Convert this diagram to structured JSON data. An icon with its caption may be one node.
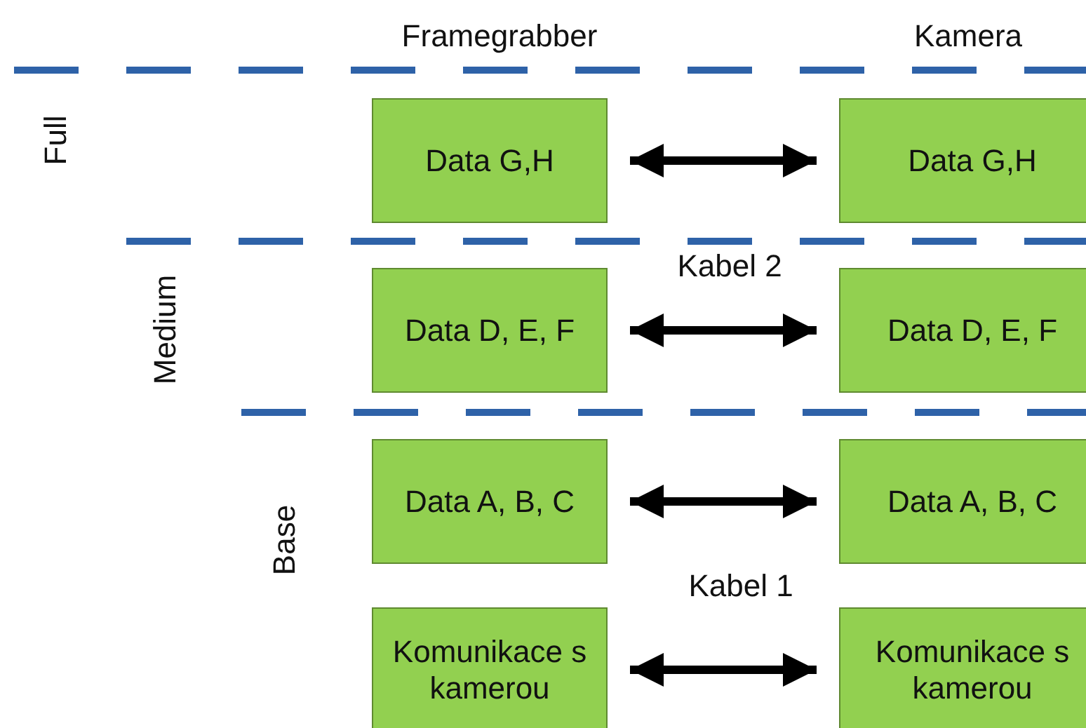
{
  "diagram": {
    "nodes": [
      {
        "text": [
          "Data G,H"
        ]
      },
      {
        "text": [
          "Data G,H"
        ]
      },
      {
        "text": [
          "Data D, E, F"
        ]
      },
      {
        "text": [
          "Data D, E, F"
        ]
      },
      {
        "text": [
          "Data A, B, C"
        ]
      },
      {
        "text": [
          "Data A, B, C"
        ]
      },
      {
        "text": [
          "Komunikace s kamerou"
        ]
      },
      {
        "text": [
          "Komunikace s kamerou"
        ]
      }
    ],
    "edges": [
      {
        "from": 0,
        "to": 1,
        "arrow": "both"
      },
      {
        "from": 2,
        "to": 3,
        "arrow": "both"
      },
      {
        "from": 4,
        "to": 5,
        "arrow": "both"
      },
      {
        "from": 6,
        "to": 7,
        "arrow": "both"
      }
    ],
    "labels": [
      "Framegrabber",
      "Kamera",
      "Full",
      "Kabel 2",
      "Medium",
      "Base",
      "Kabel 1"
    ]
  }
}
